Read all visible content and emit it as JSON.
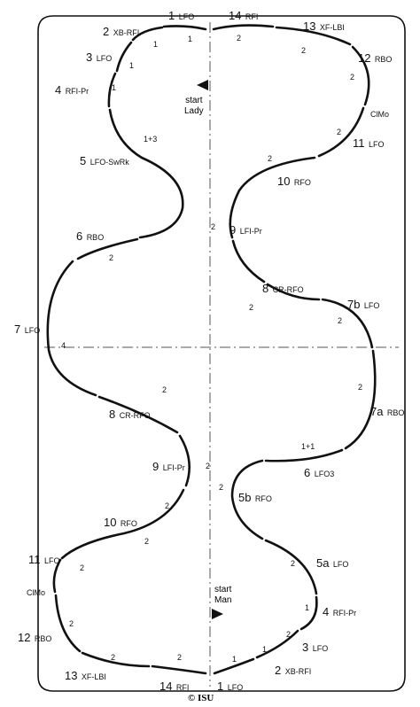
{
  "labels": {
    "l1_top": {
      "num": "1",
      "code": "LFO"
    },
    "l14_top": {
      "num": "14",
      "code": "RFI"
    },
    "l13_top": {
      "num": "13",
      "code": "XF-LBI"
    },
    "l2_top": {
      "num": "2",
      "code": "XB-RFI"
    },
    "l12_top": {
      "num": "12",
      "code": "RBO"
    },
    "l3_top": {
      "num": "3",
      "code": "LFO"
    },
    "l4_top": {
      "num": "4",
      "code": "RFI-Pr"
    },
    "clmo_top": {
      "num": "",
      "code": "ClMo"
    },
    "l11_top": {
      "num": "11",
      "code": "LFO"
    },
    "l5_top": {
      "num": "5",
      "code": "LFO-SwRk"
    },
    "l10_top": {
      "num": "10",
      "code": "RFO"
    },
    "l9_top": {
      "num": "9",
      "code": "LFI-Pr"
    },
    "l6_top": {
      "num": "6",
      "code": "RBO"
    },
    "l8_top": {
      "num": "8",
      "code": "CR-RFO"
    },
    "l7b": {
      "num": "7b",
      "code": "LFO"
    },
    "l7_left": {
      "num": "7",
      "code": "LFO"
    },
    "l7a": {
      "num": "7a",
      "code": "RBO"
    },
    "l8_bot": {
      "num": "8",
      "code": "CR-RFO"
    },
    "l6_bot": {
      "num": "6",
      "code": "LFO3"
    },
    "l9_bot": {
      "num": "9",
      "code": "LFI-Pr"
    },
    "l5b": {
      "num": "5b",
      "code": "RFO"
    },
    "l10_bot": {
      "num": "10",
      "code": "RFO"
    },
    "l5a": {
      "num": "5a",
      "code": "LFO"
    },
    "l11_bot": {
      "num": "11",
      "code": "LFO"
    },
    "clmo_bot": {
      "num": "",
      "code": "ClMo"
    },
    "l4_bot": {
      "num": "4",
      "code": "RFI-Pr"
    },
    "l12_bot": {
      "num": "12",
      "code": "RBO"
    },
    "l3_bot": {
      "num": "3",
      "code": "LFO"
    },
    "l13_bot": {
      "num": "13",
      "code": "XF-LBI"
    },
    "l14_bot": {
      "num": "14",
      "code": "RFI"
    },
    "l1_bot": {
      "num": "1",
      "code": "LFO"
    },
    "l2_bot": {
      "num": "2",
      "code": "XB-RFI"
    }
  },
  "beats": {
    "b1": "1",
    "b2": "2",
    "b3": "1",
    "b4": "2",
    "b5": "1",
    "b6": "2",
    "b7": "1",
    "b8": "1+3",
    "b9": "2",
    "b10": "2",
    "b11": "2",
    "b12": "2",
    "b13": "2",
    "b14": "4",
    "b15": "2",
    "b16": "2",
    "b17": "2",
    "b18": "2",
    "b19": "1+1",
    "b20": "2",
    "b21": "2",
    "b22": "2",
    "b23": "2",
    "b24": "2",
    "b25": "1",
    "b26": "2",
    "b27": "2",
    "b28": "1",
    "b29": "2",
    "b30": "1",
    "b31": "2"
  },
  "start_lady": {
    "line1": "start",
    "line2": "Lady"
  },
  "start_man": {
    "line1": "start",
    "line2": "Man"
  },
  "copyright": "© ISU"
}
